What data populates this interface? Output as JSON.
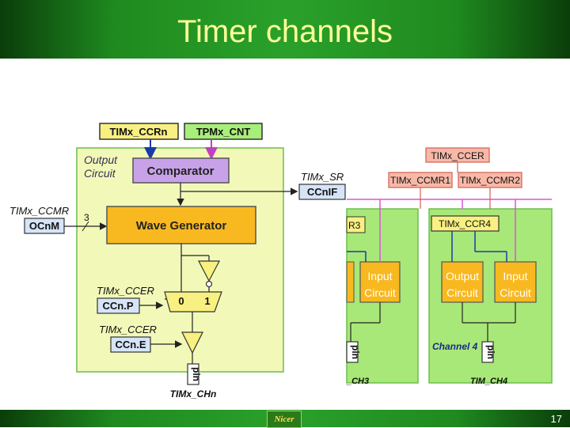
{
  "header": {
    "title": "Timer channels"
  },
  "footer": {
    "page_number": "17",
    "logo_text": "Nicer"
  },
  "diagram": {
    "ccrn": "TIMx_CCRn",
    "tpm_cnt": "TPMx_CNT",
    "output_circuit_line1": "Output",
    "output_circuit_line2": "Circuit",
    "comparator": "Comparator",
    "timx_sr": "TIMx_SR",
    "ccnif": "CCnIF",
    "timx_ccmr": "TIMx_CCMR",
    "bits": "3",
    "ocnm": "OCnM",
    "wave_generator": "Wave Generator",
    "timx_ccer_1": "TIMx_CCER",
    "ccnp": "CCn.P",
    "mux_0": "0",
    "mux_1": "1",
    "timx_ccer_2": "TIMx_CCER",
    "ccne": "CCn.E",
    "pin_left": "pin",
    "timx_chn": "TIMx_CHn",
    "timx_ccer_right": "TIMx_CCER",
    "ccmr1": "TIMx_CCMR1",
    "ccmr2": "TIMx_CCMR2",
    "r3_partial": "R3",
    "ccr4": "TIMx_CCR4",
    "input_circuit_a_1": "Input",
    "input_circuit_a_2": "Circuit",
    "output_circuit_b_1": "Output",
    "output_circuit_b_2": "Circuit",
    "input_circuit_b_1": "Input",
    "input_circuit_b_2": "Circuit",
    "channel4": "Channel 4",
    "pin_3": "pin",
    "pin_4": "pin",
    "ch3": "_CH3",
    "ch4": "TIM_CH4"
  }
}
